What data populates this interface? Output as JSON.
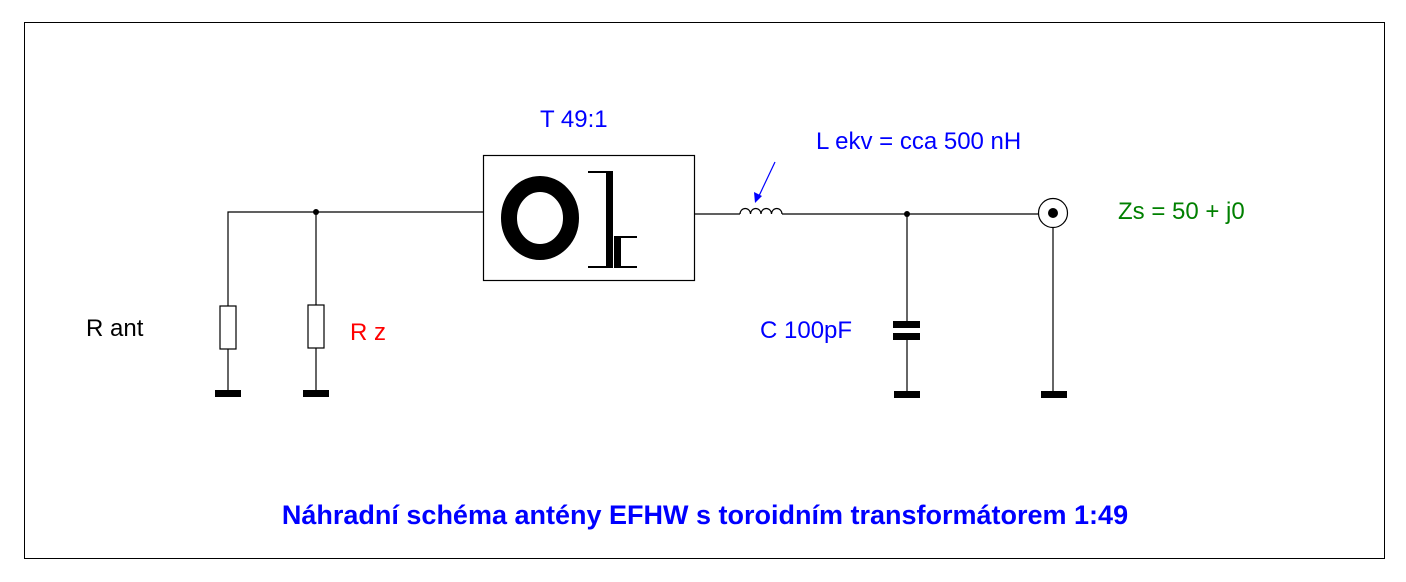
{
  "labels": {
    "transformer": "T 49:1",
    "inductor": "L ekv = cca 500 nH",
    "source_impedance": "Zs = 50 + j0",
    "r_ant": "R ant",
    "r_z": "R z",
    "capacitor": "C 100pF"
  },
  "title": "Náhradní schéma antény EFHW s toroidním transformátorem 1:49",
  "colors": {
    "blue": "#0000ff",
    "red": "#ff0000",
    "green": "#008000",
    "black": "#000000"
  }
}
